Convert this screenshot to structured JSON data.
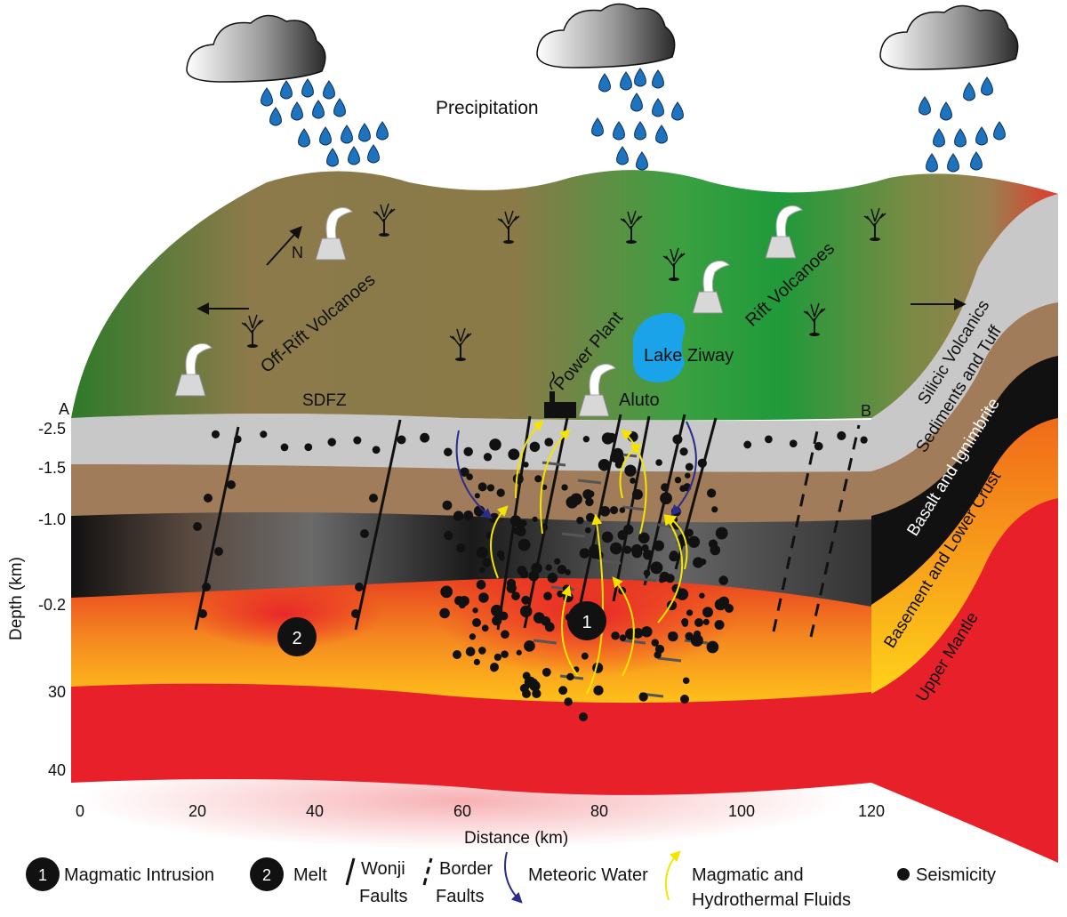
{
  "header": {
    "precipitation": "Precipitation"
  },
  "surface": {
    "off_rift_volcanoes": "Off-Rift Volcanoes",
    "rift_volcanoes": "Rift Volcanoes",
    "north": "N",
    "power_plant": "Power Plant",
    "lake": "Lake Ziway",
    "aluto": "Aluto",
    "sdfz": "SDFZ",
    "point_a": "A",
    "point_b": "B"
  },
  "layers": [
    "Silicic Volcanics",
    "Sediments and Tuff",
    "Basalt and Ignimbrite",
    "Basement and Lower Crust",
    "Upper Mantle"
  ],
  "axes": {
    "ylabel": "Depth (km)",
    "yticks": [
      "-2.5",
      "-1.5",
      "-1.0",
      "-0.2",
      "30",
      "40"
    ],
    "xlabel": "Distance (km)",
    "xticks": [
      "0",
      "20",
      "40",
      "60",
      "80",
      "100",
      "120"
    ]
  },
  "markers": {
    "intrusion": "1",
    "melt": "2"
  },
  "legend": {
    "intrusion_num": "1",
    "intrusion": "Magmatic Intrusion",
    "melt_num": "2",
    "melt": "Melt",
    "wonji_line1": "Wonji",
    "wonji_line2": "Faults",
    "border_line1": "Border",
    "border_line2": "Faults",
    "meteoric": "Meteoric Water",
    "magmatic_line1": "Magmatic and",
    "magmatic_line2": "Hydrothermal Fluids",
    "seismicity": "Seismicity"
  },
  "colors": {
    "rain": "#1e73be",
    "lake": "#1aa3e8",
    "silicic": "#c8c8c8",
    "sediments": "#a07c5a",
    "basalt": "#111111",
    "basement": "#f07a20",
    "mantle": "#e8202a",
    "meteoric_arrow": "#2b2d8c",
    "fluid_arrow": "#f4e400"
  }
}
